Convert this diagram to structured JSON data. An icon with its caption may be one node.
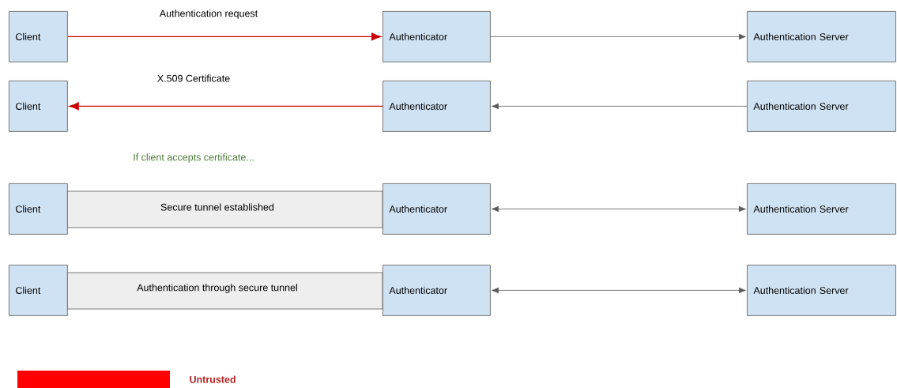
{
  "diagram": {
    "nodes": [
      {
        "text": [
          "Client"
        ]
      },
      {
        "text": [
          "Authenticator"
        ]
      },
      {
        "text": [
          "Authentication Server"
        ]
      },
      {
        "text": [
          "Client"
        ]
      },
      {
        "text": [
          "Authenticator"
        ]
      },
      {
        "text": [
          "Authentication Server"
        ]
      },
      {
        "text": [
          "Client"
        ]
      },
      {
        "text": [
          "Secure tunnel established"
        ]
      },
      {
        "text": [
          "Authenticator"
        ]
      },
      {
        "text": [
          "Authentication Server"
        ]
      },
      {
        "text": [
          "Client"
        ]
      },
      {
        "text": [
          "Authentication through secure tunnel"
        ]
      },
      {
        "text": [
          "Authenticator"
        ]
      },
      {
        "text": [
          "Authentication Server"
        ]
      }
    ],
    "edges": [
      {
        "from": 0,
        "to": 1,
        "arrow": "to",
        "label": "Authentication request",
        "color": "#cc0000"
      },
      {
        "from": 1,
        "to": 2,
        "arrow": "to"
      },
      {
        "from": 4,
        "to": 3,
        "arrow": "to",
        "label": "X.509 Certificate",
        "color": "#cc0000"
      },
      {
        "from": 5,
        "to": 4,
        "arrow": "to"
      },
      {
        "from": 8,
        "to": 9,
        "arrow": "both"
      },
      {
        "from": 12,
        "to": 13,
        "arrow": "both"
      }
    ],
    "labels": [
      "If client accepts certificate..."
    ],
    "legend": [
      {
        "text": "Untrusted",
        "color": "#ff0000"
      }
    ]
  }
}
